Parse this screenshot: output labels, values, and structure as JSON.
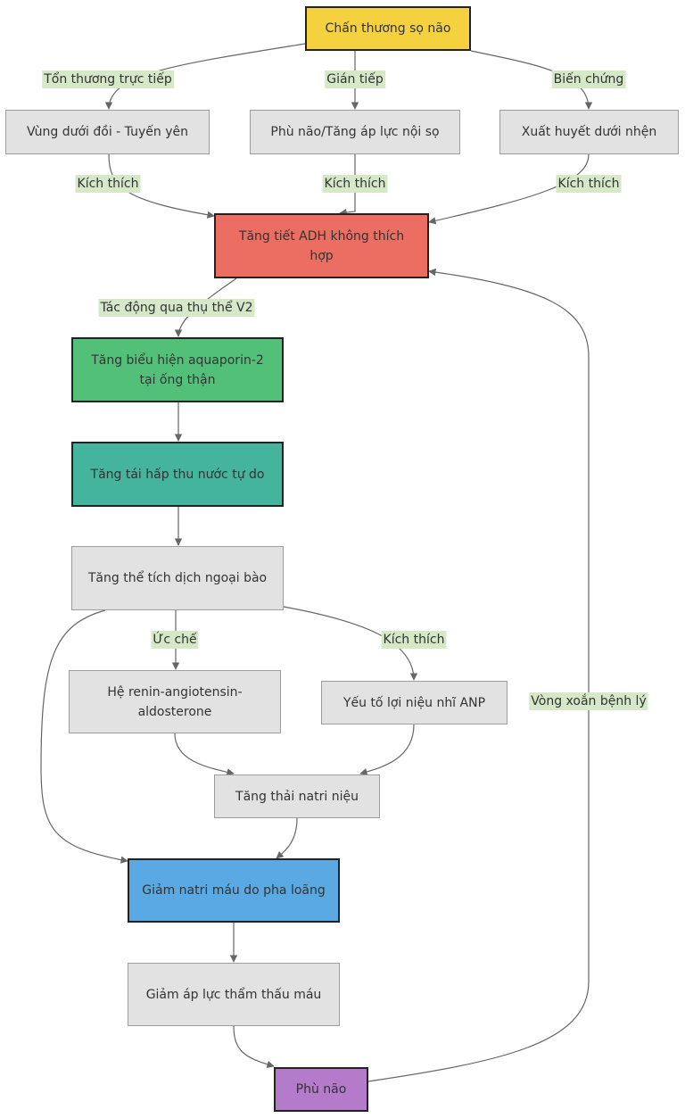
{
  "colors": {
    "head": "#f5d03f",
    "adh": "#ec6e62",
    "aquaporin": "#53c07a",
    "reabsorb": "#44b49c",
    "neutral": "#e2e2e2",
    "hypo": "#5aa9e2",
    "edema": "#b57bcb",
    "edge": "#666666",
    "label_bg": "#d5e8c8"
  },
  "nodes": {
    "n_head": "Chấn thương sọ não",
    "n_hypo": "Vùng dưới đồi - Tuyến yên",
    "n_edema_icp": "Phù não/Tăng áp lực nội sọ",
    "n_sah": "Xuất huyết dưới nhện",
    "n_adh": "Tăng tiết ADH không thích hợp",
    "n_aqp": "Tăng biểu hiện aquaporin-2 tại ống thận",
    "n_reabs": "Tăng tái hấp thu nước tự do",
    "n_ecf": "Tăng thể tích dịch ngoại bào",
    "n_raas": "Hệ renin-angiotensin-aldosterone",
    "n_anp": "Yếu tố lợi niệu nhĩ ANP",
    "n_natri": "Tăng thải natri niệu",
    "n_hypona": "Giảm natri máu do pha loãng",
    "n_osm": "Giảm áp lực thẩm thấu máu",
    "n_edema": "Phù não"
  },
  "edge_labels": {
    "l_direct": "Tổn thương trực tiếp",
    "l_indirect": "Gián tiếp",
    "l_complication": "Biến chứng",
    "l_stim1": "Kích thích",
    "l_stim2": "Kích thích",
    "l_stim3": "Kích thích",
    "l_v2": "Tác động qua thụ thể V2",
    "l_inhibit": "Ức chế",
    "l_stim4": "Kích thích",
    "l_loop": "Vòng xoắn bệnh lý"
  }
}
